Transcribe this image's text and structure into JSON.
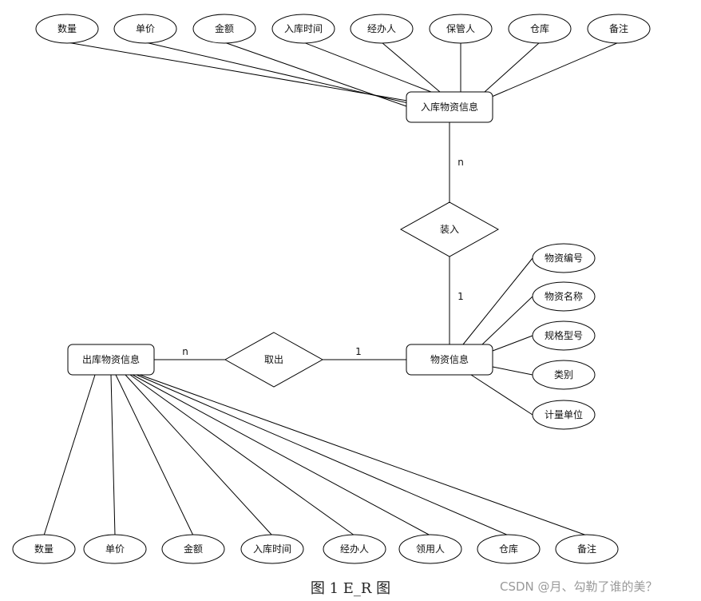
{
  "diagram": {
    "entities": {
      "in_goods": "入库物资信息",
      "goods": "物资信息",
      "out_goods": "出库物资信息"
    },
    "relationships": {
      "load_in": "装入",
      "take_out": "取出"
    },
    "cardinalities": {
      "load_in_in_goods": "n",
      "load_in_goods": "1",
      "take_out_out_goods": "n",
      "take_out_goods": "1"
    },
    "in_goods_attributes": [
      "数量",
      "单价",
      "金额",
      "入库时间",
      "经办人",
      "保管人",
      "仓库",
      "备注"
    ],
    "goods_attributes": [
      "物资编号",
      "物资名称",
      "规格型号",
      "类别",
      "计量单位"
    ],
    "out_goods_attributes": [
      "数量",
      "单价",
      "金额",
      "入库时间",
      "经办人",
      "领用人",
      "仓库",
      "备注"
    ]
  },
  "caption": "图 1 E_R 图",
  "watermark": "CSDN @月、勾勒了谁的美？"
}
